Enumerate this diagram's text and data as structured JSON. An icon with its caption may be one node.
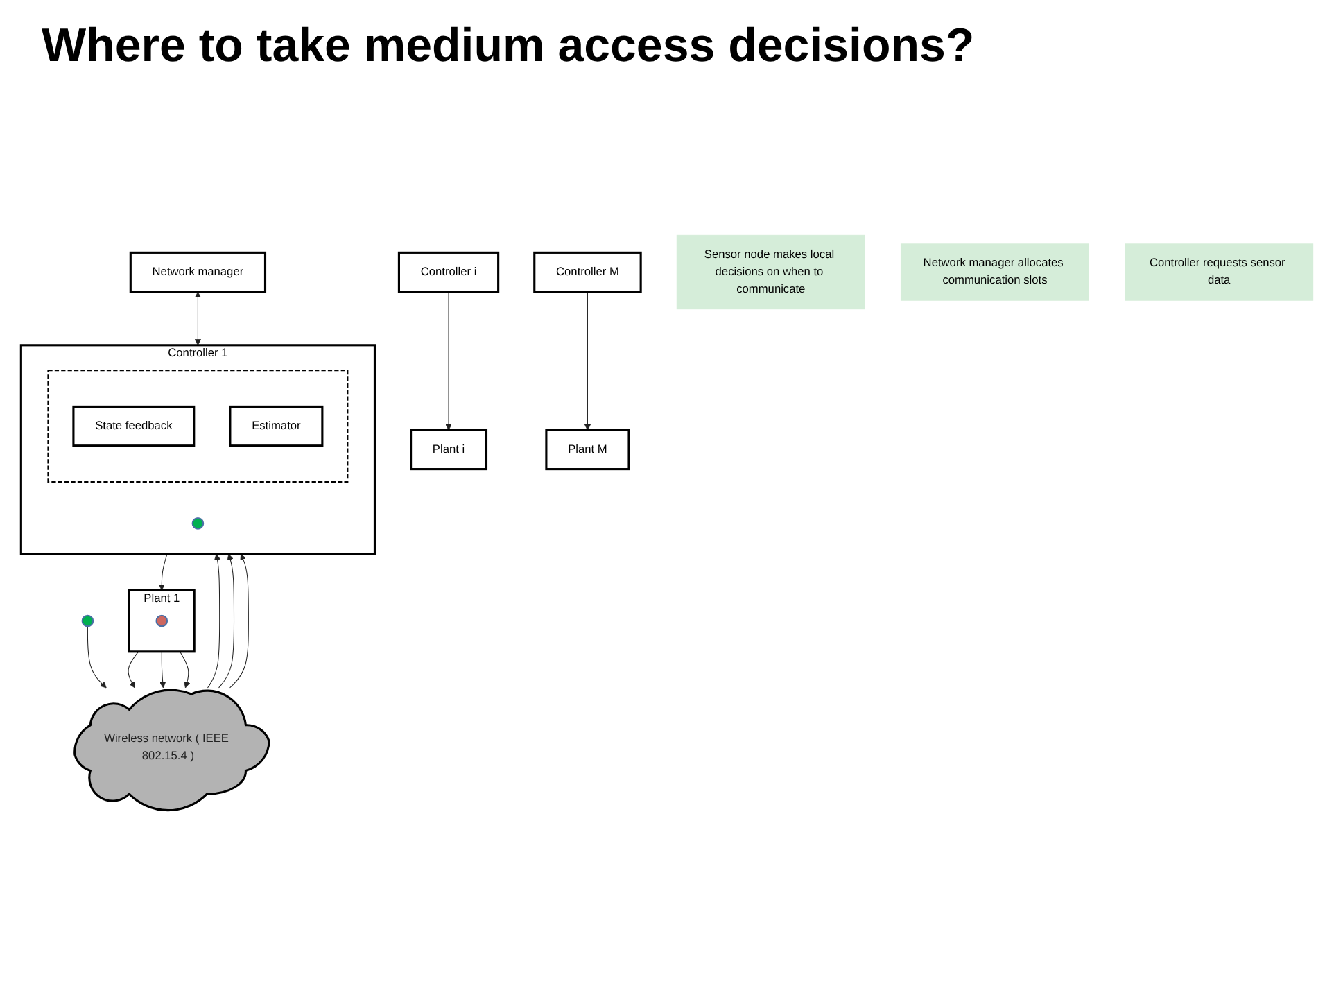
{
  "diagram": {
    "title": "Where to take medium access decisions?",
    "nodes": [
      {
        "text": [
          "Plant 1"
        ]
      },
      {
        "text": [],
        "shape": "circle",
        "in": 0
      },
      {
        "text": [
          "Plant i"
        ]
      },
      {
        "text": [
          "Plant M"
        ]
      },
      {
        "text": [
          "Network manager"
        ]
      },
      {
        "text": [],
        "shape": "circle"
      },
      {
        "text": [
          "Wireless network ( IEEE 802.15.4 )"
        ]
      },
      {
        "text": [
          "Controller 1"
        ]
      },
      {
        "text": [],
        "shape": "box",
        "in": 7
      },
      {
        "text": [
          "State feedback"
        ],
        "in": 8
      },
      {
        "text": [
          "Estimator"
        ],
        "in": 8
      },
      {
        "text": [],
        "shape": "circle",
        "in": 7
      },
      {
        "text": [
          "Controller i"
        ]
      },
      {
        "text": [
          "Controller M"
        ]
      },
      {
        "text": [
          "Sensor node makes local decisions on when to communicate"
        ]
      },
      {
        "text": [
          "Network manager allocates communication slots"
        ]
      },
      {
        "text": [
          "Controller requests sensor data"
        ]
      }
    ],
    "edges": [
      {
        "from": 0,
        "to": 6,
        "arrow": "to"
      },
      {
        "from": 0,
        "to": 6,
        "arrow": "to"
      },
      {
        "from": 0,
        "to": 6,
        "arrow": "to"
      },
      {
        "from": 5,
        "to": 6,
        "arrow": "to"
      },
      {
        "from": 4,
        "to": 7,
        "arrow": "both"
      },
      {
        "from": 6,
        "to": 7,
        "arrow": "to"
      },
      {
        "from": 6,
        "to": 7,
        "arrow": "to"
      },
      {
        "from": 6,
        "to": 7,
        "arrow": "to"
      },
      {
        "from": 7,
        "to": 0,
        "arrow": "to"
      },
      {
        "from": 12,
        "to": 2,
        "arrow": "to"
      },
      {
        "from": 13,
        "to": 3,
        "arrow": "to"
      }
    ]
  }
}
